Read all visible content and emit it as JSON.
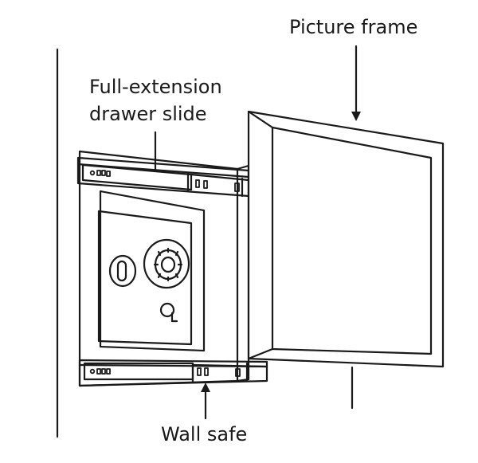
{
  "labels": {
    "picture_frame": "Picture frame",
    "slide_line1": "Full-extension",
    "slide_line2": "drawer slide",
    "wall_safe": "Wall safe"
  },
  "colors": {
    "ink": "#1a1a1a",
    "paper": "#ffffff"
  }
}
